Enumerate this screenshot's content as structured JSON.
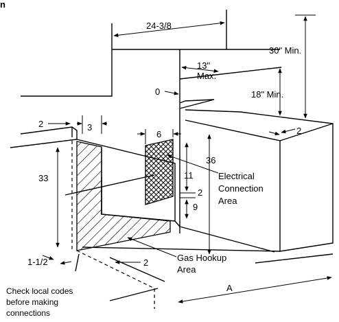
{
  "corner_label": "n",
  "dimensions": {
    "width_top": "24-3/8",
    "above_min": "30\" Min.",
    "max_depth_value": "13\"",
    "max_depth_unit": "Max.",
    "side_min": "18\" Min.",
    "zero": "0",
    "left_2": "2",
    "left_3": "3",
    "elec_6": "6",
    "right_2": "2",
    "height_33": "33",
    "height_36": "36",
    "height_11": "11",
    "height_2": "2",
    "height_9": "9",
    "bottom_1_1_2": "1-1/2",
    "bottom_2": "2",
    "depth_A": "A"
  },
  "labels": {
    "electrical_line1": "Electrical",
    "electrical_line2": "Connection",
    "electrical_line3": "Area",
    "gas_line1": "Gas Hookup",
    "gas_line2": "Area",
    "note_line1": "Check local codes",
    "note_line2": "before making",
    "note_line3": "connections"
  }
}
